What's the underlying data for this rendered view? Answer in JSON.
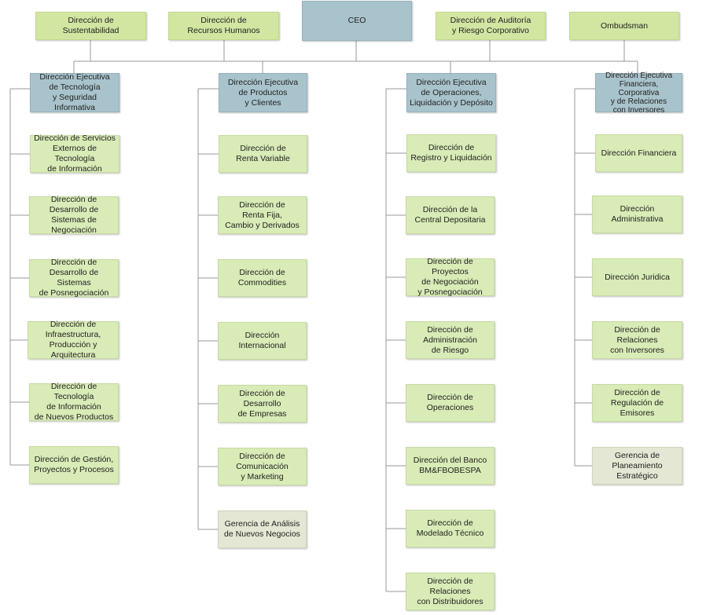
{
  "colors": {
    "top_green": "#d2e6a2",
    "executive_blue": "#a9c3cc",
    "unit_green": "#d9ebb6",
    "gerencia_grey": "#e3e7d3",
    "connector": "#9a9a9a"
  },
  "top": {
    "sustentabilidad": "Dirección de Sustentabilidad",
    "rrhh": "Dirección de\nRecursos Humanos",
    "ceo": "CEO",
    "auditoria": "Dirección de Auditoría\ny Riesgo Corporativo",
    "ombudsman": "Ombudsman"
  },
  "columns": [
    {
      "head": "Dirección Ejecutiva\nde Tecnología\ny Seguridad Informativa",
      "items": [
        "Dirección de Servicios\nExternos de Tecnología\nde Información",
        "Dirección de\nDesarrollo de\nSistemas de Negociación",
        "Dirección de\nDesarrollo de Sistemas\nde Posnegociación",
        "Dirección de\nInfraestructura,\nProducción y Arquitectura",
        "Dirección de Tecnología\nde Información\nde Nuevos Productos",
        "Dirección de Gestión,\nProyectos y Procesos"
      ]
    },
    {
      "head": "Dirección Ejecutiva\nde Productos\ny Clientes",
      "items": [
        "Dirección de\nRenta Variable",
        "Dirección de\nRenta Fija,\nCambio y Derivados",
        "Dirección de\nCommodities",
        "Dirección\nInternacional",
        "Dirección de\nDesarrollo\nde Empresas",
        "Dirección de\nComunicación\ny Marketing",
        "Gerencia de Análisis\nde Nuevos Negocios"
      ]
    },
    {
      "head": "Dirección Ejecutiva\nde Operaciones,\nLiquidación y Depósito",
      "items": [
        "Dirección de\nRegistro y Liquidación",
        "Dirección de la\nCentral Depositaria",
        "Dirección de Proyectos\nde Negociación\ny Posnegociación",
        "Dirección de\nAdministración\nde Riesgo",
        "Dirección de\nOperaciones",
        "Dirección del Banco\nBM&FBOBESPA",
        "Dirección de\nModelado Técnico",
        "Dirección de Relaciones\ncon Distribuidores"
      ]
    },
    {
      "head": "Dirección Ejecutiva\nFinanciera, Corporativa\ny de Relaciones\ncon Inversores",
      "items": [
        "Dirección Financiera",
        "Dirección\nAdministrativa",
        "Dirección Juridica",
        "Dirección de Relaciones\ncon Inversores",
        "Dirección de\nRegulación de Emisores",
        "Gerencia de\nPlaneamiento\nEstratégico"
      ]
    }
  ]
}
